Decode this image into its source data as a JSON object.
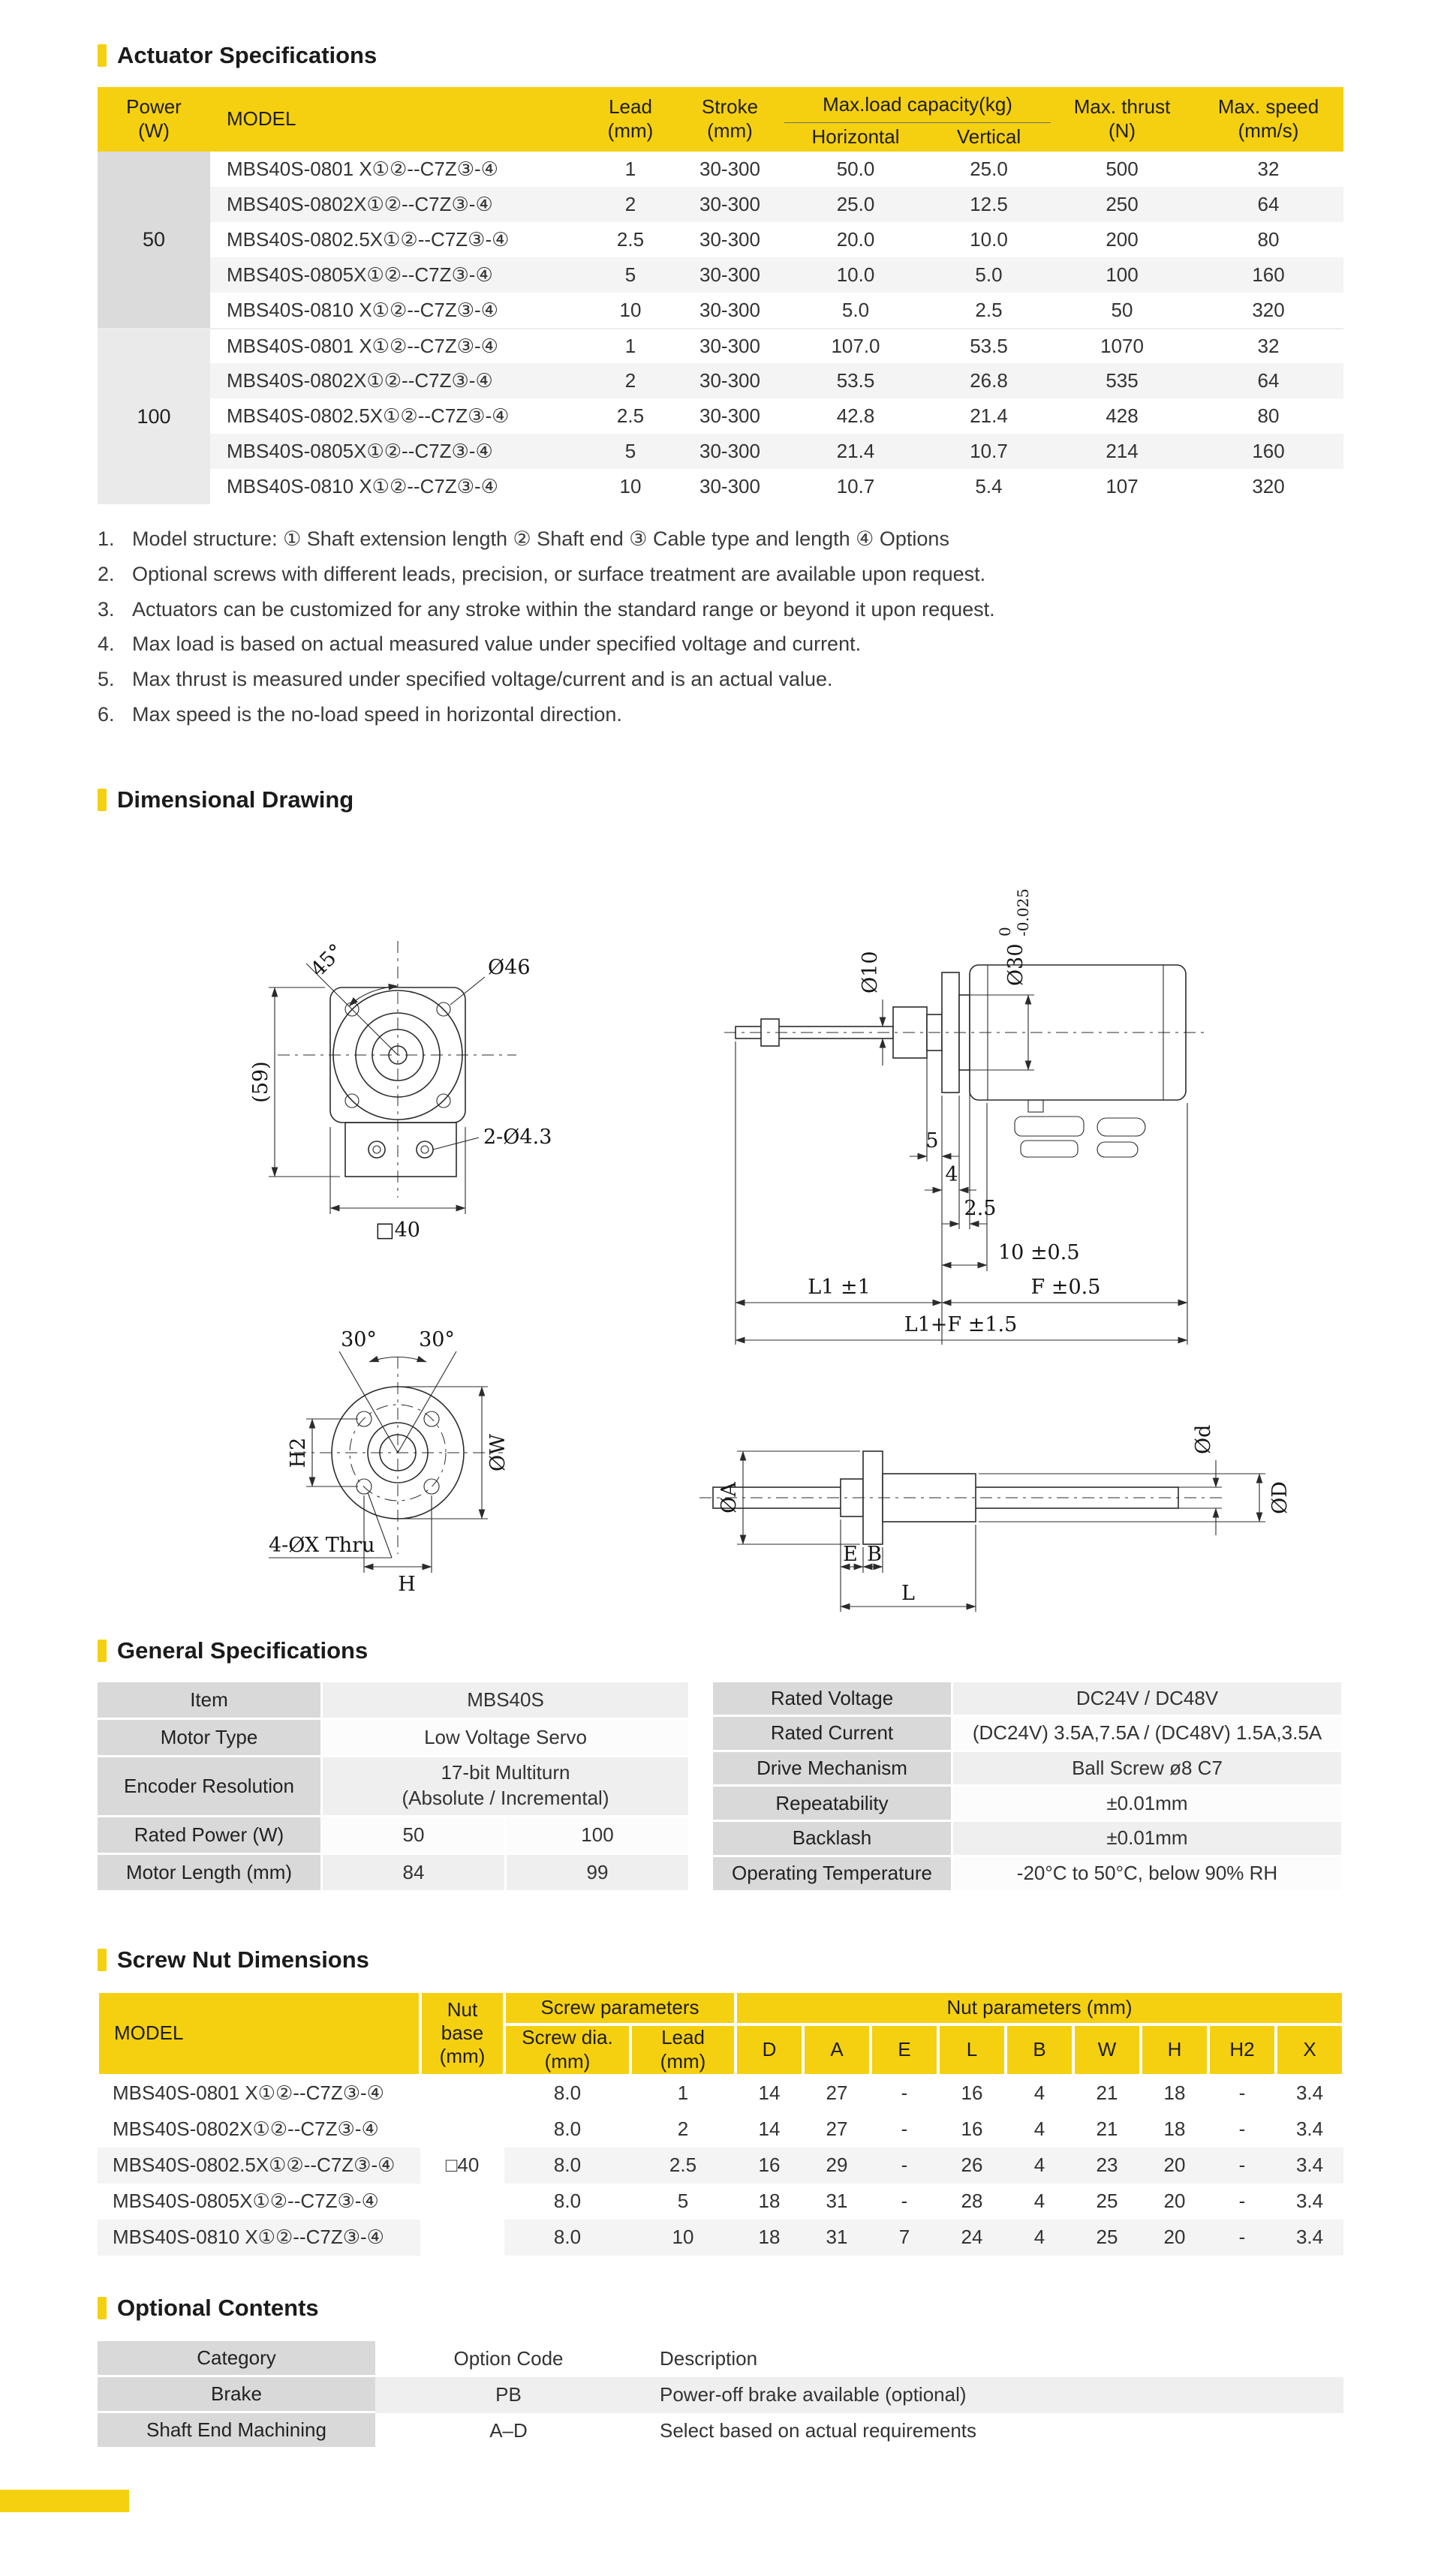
{
  "colors": {
    "accent": "#F5D010"
  },
  "sections": {
    "actuator": {
      "title": "Actuator Specifications"
    },
    "dimensional": {
      "title": "Dimensional Drawing"
    },
    "general": {
      "title": "General Specifications"
    },
    "screwnut": {
      "title": "Screw Nut Dimensions"
    },
    "optional": {
      "title": "Optional Contents"
    }
  },
  "spec_table": {
    "headers": {
      "power": "Power\n(W)",
      "model": "MODEL",
      "lead": "Lead\n(mm)",
      "stroke": "Stroke\n(mm)",
      "load": "Max.load capacity(kg)",
      "horizontal": "Horizontal",
      "vertical": "Vertical",
      "thrust": "Max. thrust\n(N)",
      "speed": "Max. speed\n(mm/s)"
    },
    "groups": [
      {
        "power": "50",
        "rows": [
          {
            "model": "MBS40S-0801 X①②--C7Z③-④",
            "lead": "1",
            "stroke": "30-300",
            "horizontal": "50.0",
            "vertical": "25.0",
            "thrust": "500",
            "speed": "32"
          },
          {
            "model": "MBS40S-0802X①②--C7Z③-④",
            "lead": "2",
            "stroke": "30-300",
            "horizontal": "25.0",
            "vertical": "12.5",
            "thrust": "250",
            "speed": "64"
          },
          {
            "model": "MBS40S-0802.5X①②--C7Z③-④",
            "lead": "2.5",
            "stroke": "30-300",
            "horizontal": "20.0",
            "vertical": "10.0",
            "thrust": "200",
            "speed": "80"
          },
          {
            "model": "MBS40S-0805X①②--C7Z③-④",
            "lead": "5",
            "stroke": "30-300",
            "horizontal": "10.0",
            "vertical": "5.0",
            "thrust": "100",
            "speed": "160"
          },
          {
            "model": "MBS40S-0810 X①②--C7Z③-④",
            "lead": "10",
            "stroke": "30-300",
            "horizontal": "5.0",
            "vertical": "2.5",
            "thrust": "50",
            "speed": "320"
          }
        ]
      },
      {
        "power": "100",
        "rows": [
          {
            "model": "MBS40S-0801 X①②--C7Z③-④",
            "lead": "1",
            "stroke": "30-300",
            "horizontal": "107.0",
            "vertical": "53.5",
            "thrust": "1070",
            "speed": "32"
          },
          {
            "model": "MBS40S-0802X①②--C7Z③-④",
            "lead": "2",
            "stroke": "30-300",
            "horizontal": "53.5",
            "vertical": "26.8",
            "thrust": "535",
            "speed": "64"
          },
          {
            "model": "MBS40S-0802.5X①②--C7Z③-④",
            "lead": "2.5",
            "stroke": "30-300",
            "horizontal": "42.8",
            "vertical": "21.4",
            "thrust": "428",
            "speed": "80"
          },
          {
            "model": "MBS40S-0805X①②--C7Z③-④",
            "lead": "5",
            "stroke": "30-300",
            "horizontal": "21.4",
            "vertical": "10.7",
            "thrust": "214",
            "speed": "160"
          },
          {
            "model": "MBS40S-0810 X①②--C7Z③-④",
            "lead": "10",
            "stroke": "30-300",
            "horizontal": "10.7",
            "vertical": "5.4",
            "thrust": "107",
            "speed": "320"
          }
        ]
      }
    ]
  },
  "notes": [
    {
      "n": "1.",
      "text": "Model structure: ① Shaft extension length ② Shaft end ③ Cable type and length ④ Options"
    },
    {
      "n": "2.",
      "text": "Optional screws with different leads, precision, or surface treatment are available upon request."
    },
    {
      "n": "3.",
      "text": "Actuators can be customized for any stroke within the standard range or beyond it upon request."
    },
    {
      "n": "4.",
      "text": "Max load is based on actual measured value under specified voltage and current."
    },
    {
      "n": "5.",
      "text": "Max thrust is measured under specified voltage/current and is an actual value."
    },
    {
      "n": "6.",
      "text": "Max speed is the no-load speed in horizontal direction."
    }
  ],
  "drawing": {
    "p1": {
      "angle45": "45°",
      "h59": "(59)",
      "d46": "Ø46",
      "holes": "2-Ø4.3",
      "sq40": "□40"
    },
    "p2": {
      "d10": "Ø10",
      "d30": "Ø30",
      "tol_top": "0",
      "tol_bot": "-0.025",
      "s5": "5",
      "s4": "4",
      "s25": "2.5",
      "s10": "10 ±0.5",
      "l1": "L1 ±1",
      "f": "F ±0.5",
      "l1f": "L1+F ±1.5"
    },
    "p3": {
      "a30l": "30°",
      "a30r": "30°",
      "h2": "H2",
      "dw": "ØW",
      "holes": "4-ØX Thru",
      "h": "H"
    },
    "p4": {
      "da": "ØA",
      "dd_small": "Ød",
      "dd_big": "ØD",
      "e": "E",
      "b": "B",
      "l": "L"
    }
  },
  "general_table": {
    "left": {
      "item_label": "Item",
      "item_value": "MBS40S",
      "motor_type_label": "Motor Type",
      "motor_type_value": "Low Voltage Servo",
      "encoder_label": "Encoder Resolution",
      "encoder_value": "17-bit Multiturn\n(Absolute / Incremental)",
      "rated_power_label": "Rated Power (W)",
      "rated_power_50": "50",
      "rated_power_100": "100",
      "motor_length_label": "Motor Length (mm)",
      "motor_length_50": "84",
      "motor_length_100": "99"
    },
    "right": {
      "rows": [
        {
          "label": "Rated Voltage",
          "value": "DC24V / DC48V"
        },
        {
          "label": "Rated Current",
          "value": "(DC24V) 3.5A,7.5A / (DC48V) 1.5A,3.5A"
        },
        {
          "label": "Drive Mechanism",
          "value": "Ball Screw ø8 C7"
        },
        {
          "label": "Repeatability",
          "value": "±0.01mm"
        },
        {
          "label": "Backlash",
          "value": "±0.01mm"
        },
        {
          "label": "Operating Temperature",
          "value": "-20°C to 50°C, below 90% RH"
        }
      ]
    }
  },
  "nut_table": {
    "headers": {
      "model": "MODEL",
      "nut_base": "Nut\nbase\n(mm)",
      "screw_params": "Screw parameters",
      "nut_params": "Nut parameters (mm)",
      "screw_dia": "Screw dia.\n(mm)",
      "lead": "Lead\n(mm)",
      "cols": [
        "D",
        "A",
        "E",
        "L",
        "B",
        "W",
        "H",
        "H2",
        "X"
      ]
    },
    "nut_base_value": "□40",
    "rows": [
      {
        "model": "MBS40S-0801 X①②--C7Z③-④",
        "screw_dia": "8.0",
        "lead": "1",
        "values": [
          "14",
          "27",
          "-",
          "16",
          "4",
          "21",
          "18",
          "-",
          "3.4"
        ]
      },
      {
        "model": "MBS40S-0802X①②--C7Z③-④",
        "screw_dia": "8.0",
        "lead": "2",
        "values": [
          "14",
          "27",
          "-",
          "16",
          "4",
          "21",
          "18",
          "-",
          "3.4"
        ]
      },
      {
        "model": "MBS40S-0802.5X①②--C7Z③-④",
        "screw_dia": "8.0",
        "lead": "2.5",
        "values": [
          "16",
          "29",
          "-",
          "26",
          "4",
          "23",
          "20",
          "-",
          "3.4"
        ]
      },
      {
        "model": "MBS40S-0805X①②--C7Z③-④",
        "screw_dia": "8.0",
        "lead": "5",
        "values": [
          "18",
          "31",
          "-",
          "28",
          "4",
          "25",
          "20",
          "-",
          "3.4"
        ]
      },
      {
        "model": "MBS40S-0810 X①②--C7Z③-④",
        "screw_dia": "8.0",
        "lead": "10",
        "values": [
          "18",
          "31",
          "7",
          "24",
          "4",
          "25",
          "20",
          "-",
          "3.4"
        ]
      }
    ]
  },
  "optional_table": {
    "headers": {
      "category": "Category",
      "code": "Option Code",
      "desc": "Description"
    },
    "rows": [
      {
        "category": "Brake",
        "code": "PB",
        "desc": "Power-off brake available (optional)"
      },
      {
        "category": "Shaft End Machining",
        "code": "A–D",
        "desc": "Select based on actual requirements"
      }
    ]
  }
}
